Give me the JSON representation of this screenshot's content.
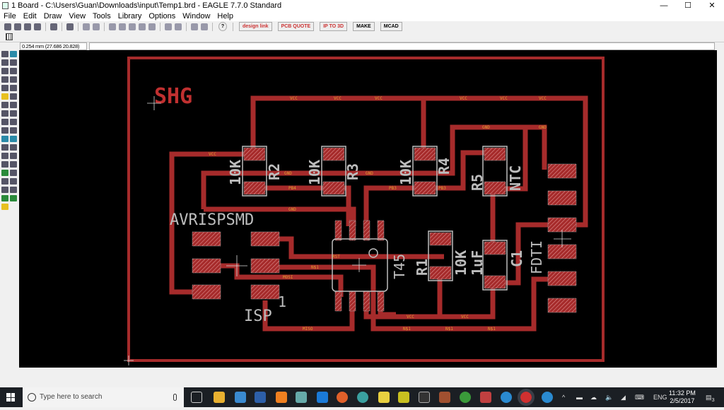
{
  "window": {
    "title": "1 Board - C:\\Users\\Guan\\Downloads\\input\\Temp1.brd - EAGLE 7.7.0 Standard",
    "min": "—",
    "max": "☐",
    "close": "✕"
  },
  "menu": [
    "File",
    "Edit",
    "Draw",
    "View",
    "Tools",
    "Library",
    "Options",
    "Window",
    "Help"
  ],
  "toolbar": {
    "designlink": "design link",
    "pcbquote": "PCB QUOTE",
    "ip3d": "IP TO 3D",
    "make": "MAKE",
    "mcad": "MCAD",
    "help": "?"
  },
  "status": {
    "coord": "0.254 mm (27.686 20.828)",
    "command": ""
  },
  "board": {
    "brand": "SHG",
    "labels": {
      "avrispsmd": "AVRISPSMD",
      "isp": "ISP",
      "pin1": "1",
      "t45": "T45",
      "r1": "R1",
      "r1v": "10K",
      "r2": "R2",
      "r2v": "10K",
      "r3": "R3",
      "r3v": "10K",
      "r4": "R4",
      "r4v": "10K",
      "r5": "R5",
      "r5v": "NTC",
      "c1": "C1",
      "c1v": "1uF",
      "fdti": "FDTI"
    },
    "nets": {
      "vcc": "VCC",
      "gnd": "GND",
      "pb3": "PB3",
      "pb4": "PB4",
      "rst": "RST",
      "mosi": "MOSI",
      "miso": "MISO",
      "n1": "N$1"
    },
    "colors": {
      "trace": "#a62b2b",
      "outline": "#a62b2b",
      "silk": "#bdbdbd",
      "netlabel": "#e0a030"
    }
  },
  "taskbar": {
    "search_placeholder": "Type here to search",
    "lang": "ENG",
    "time": "11:32 PM",
    "date": "2/5/2017",
    "notifications": "3"
  }
}
